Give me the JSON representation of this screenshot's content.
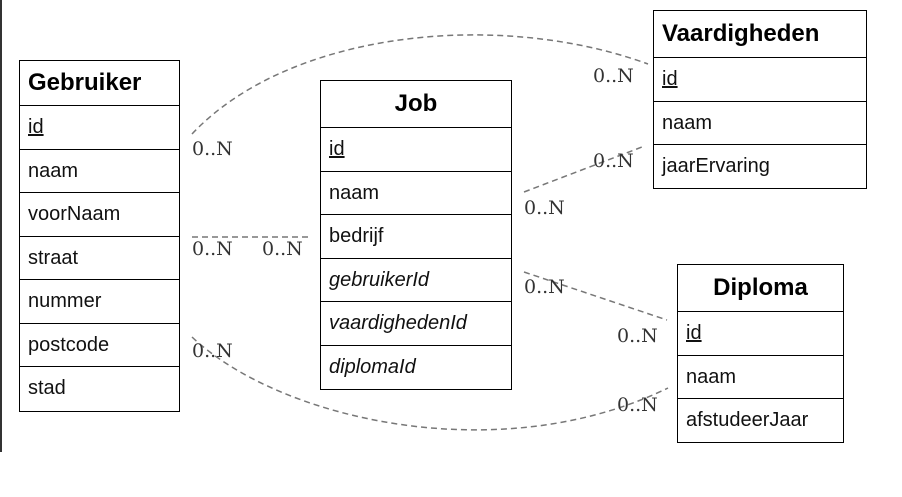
{
  "entities": {
    "gebruiker": {
      "title": "Gebruiker",
      "fields": [
        "id",
        "naam",
        "voorNaam",
        "straat",
        "nummer",
        "postcode",
        "stad"
      ]
    },
    "job": {
      "title": "Job",
      "fields": [
        "id",
        "naam",
        "bedrijf",
        "gebruikerId",
        "vaardighedenId",
        "diplomaId"
      ]
    },
    "vaardigheden": {
      "title": "Vaardigheden",
      "fields": [
        "id",
        "naam",
        "jaarErvaring"
      ]
    },
    "diploma": {
      "title": "Diploma",
      "fields": [
        "id",
        "naam",
        "afstudeerJaar"
      ]
    }
  },
  "relationships": {
    "gebruiker_vaardigheden": {
      "from_cardinality": "0..N",
      "to_cardinality": "0..N"
    },
    "gebruiker_job": {
      "from_cardinality": "0..N",
      "to_cardinality": "0..N"
    },
    "gebruiker_diploma": {
      "from_cardinality": "0..N",
      "to_cardinality": "0..N"
    },
    "job_vaardigheden": {
      "from_cardinality": "0..N",
      "to_cardinality": "0..N"
    },
    "job_diploma": {
      "from_cardinality": "0..N",
      "to_cardinality": "0..N"
    }
  },
  "colors": {
    "border": "#000000",
    "connector": "#777777",
    "cardinality_text": "#333333"
  }
}
